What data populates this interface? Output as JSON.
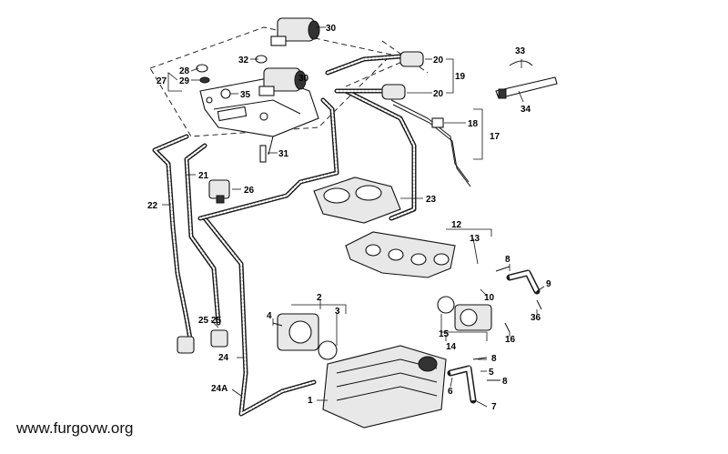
{
  "watermark": "www.furgovw.org",
  "callouts": [
    "1",
    "2",
    "3",
    "4",
    "5",
    "6",
    "7",
    "8",
    "9",
    "10",
    "12",
    "13",
    "14",
    "15",
    "16",
    "17",
    "18",
    "19",
    "20",
    "21",
    "22",
    "23",
    "24",
    "24A",
    "25",
    "26",
    "27",
    "28",
    "29",
    "30",
    "31",
    "32",
    "33",
    "34",
    "35",
    "36"
  ]
}
